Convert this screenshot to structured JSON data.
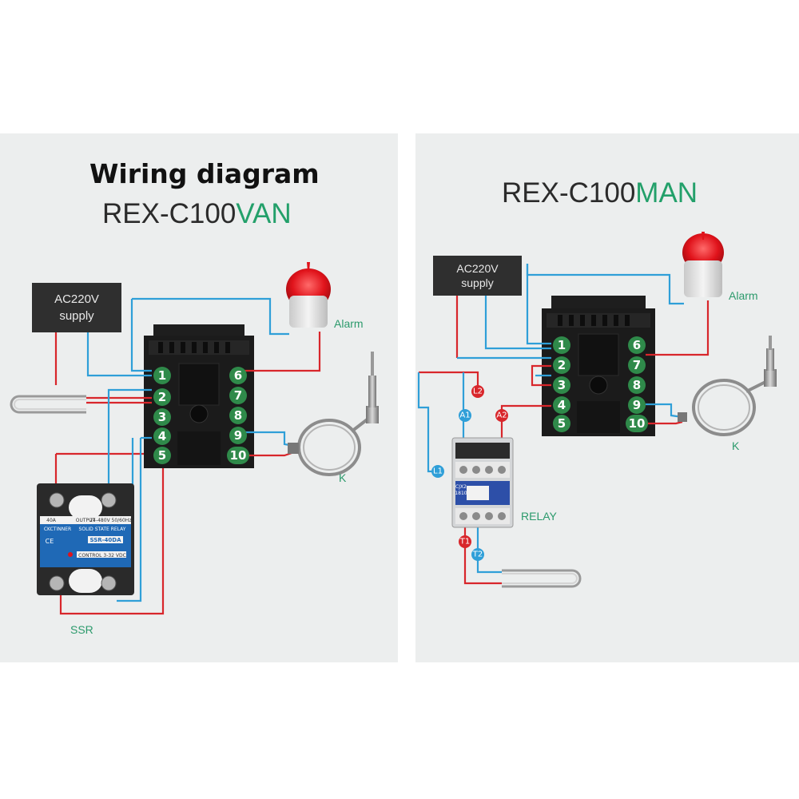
{
  "left": {
    "heading": "Wiring diagram",
    "model_prefix": "REX-C100",
    "model_suffix": "VAN",
    "supply_line1": "AC220V",
    "supply_line2": "supply",
    "alarm_label": "Alarm",
    "k_label": "K",
    "ssr_label": "SSR",
    "terminals_left": [
      "1",
      "2",
      "3",
      "4",
      "5"
    ],
    "terminals_right": [
      "6",
      "7",
      "8",
      "9",
      "10"
    ],
    "ssr_brand": "CKCTINNER",
    "ssr_title": "SOLID STATE RELAY",
    "ssr_model": "SSR-40DA",
    "ssr_rating": "40A",
    "ssr_output": "OUTPUT",
    "ssr_voltage": "24-480V",
    "ssr_freq": "50/60Hz",
    "ssr_control": "CONTROL 3-32 VDC",
    "ssr_ce": "CE"
  },
  "right": {
    "model_prefix": "REX-C100",
    "model_suffix": "MAN",
    "supply_line1": "AC220V",
    "supply_line2": "supply",
    "alarm_label": "Alarm",
    "k_label": "K",
    "relay_label": "RELAY",
    "terminals_left": [
      "1",
      "2",
      "3",
      "4",
      "5"
    ],
    "terminals_right": [
      "6",
      "7",
      "8",
      "9",
      "10"
    ],
    "tags": [
      "L2",
      "A1",
      "A2",
      "L1",
      "T1",
      "T2"
    ],
    "relay_model_line1": "CJX2",
    "relay_model_line2": "1810"
  },
  "colors": {
    "wire_red": "#d8262b",
    "wire_blue": "#2f9fd8",
    "terminal_green": "#2f8a4a",
    "accent_green": "#23a06a"
  }
}
